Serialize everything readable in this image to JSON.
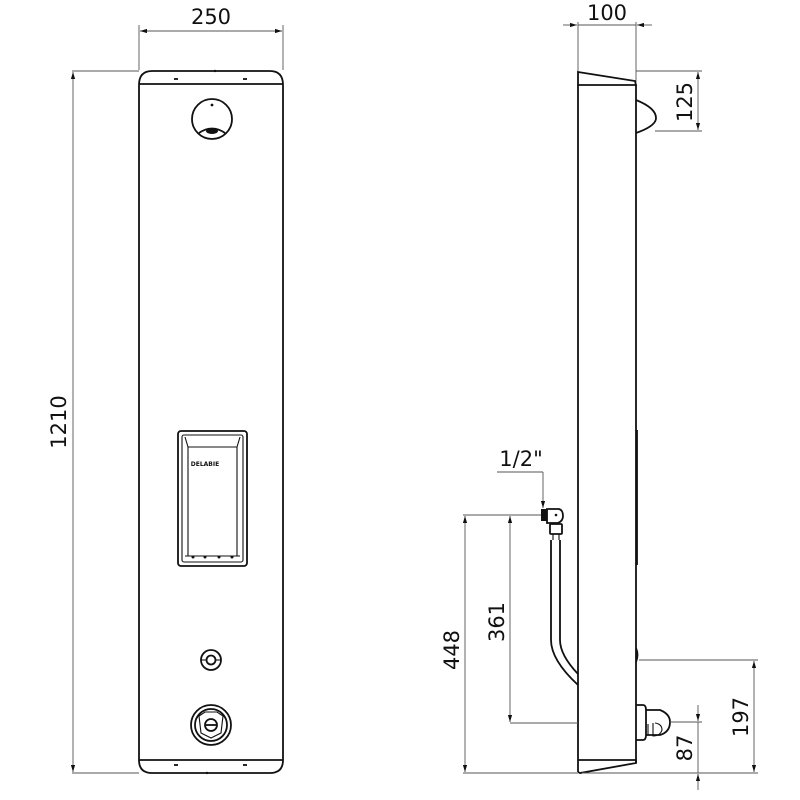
{
  "drawing": {
    "title": "Shower panel dimensional drawing",
    "views": [
      "front-view",
      "side-view"
    ],
    "units": "mm",
    "front_view": {
      "width_label": "250",
      "height_label": "1210",
      "logo_text": "DELABIE"
    },
    "side_view": {
      "depth_label": "100",
      "showerhead_height_label": "125",
      "connection_label": "1/2\"",
      "inlet_height_label": "448",
      "hose_height_label": "361",
      "control_height_label": "197",
      "button_height_label": "87"
    },
    "colors": {
      "line": "#111111",
      "dimension_line": "#555555",
      "background": "#ffffff"
    }
  }
}
